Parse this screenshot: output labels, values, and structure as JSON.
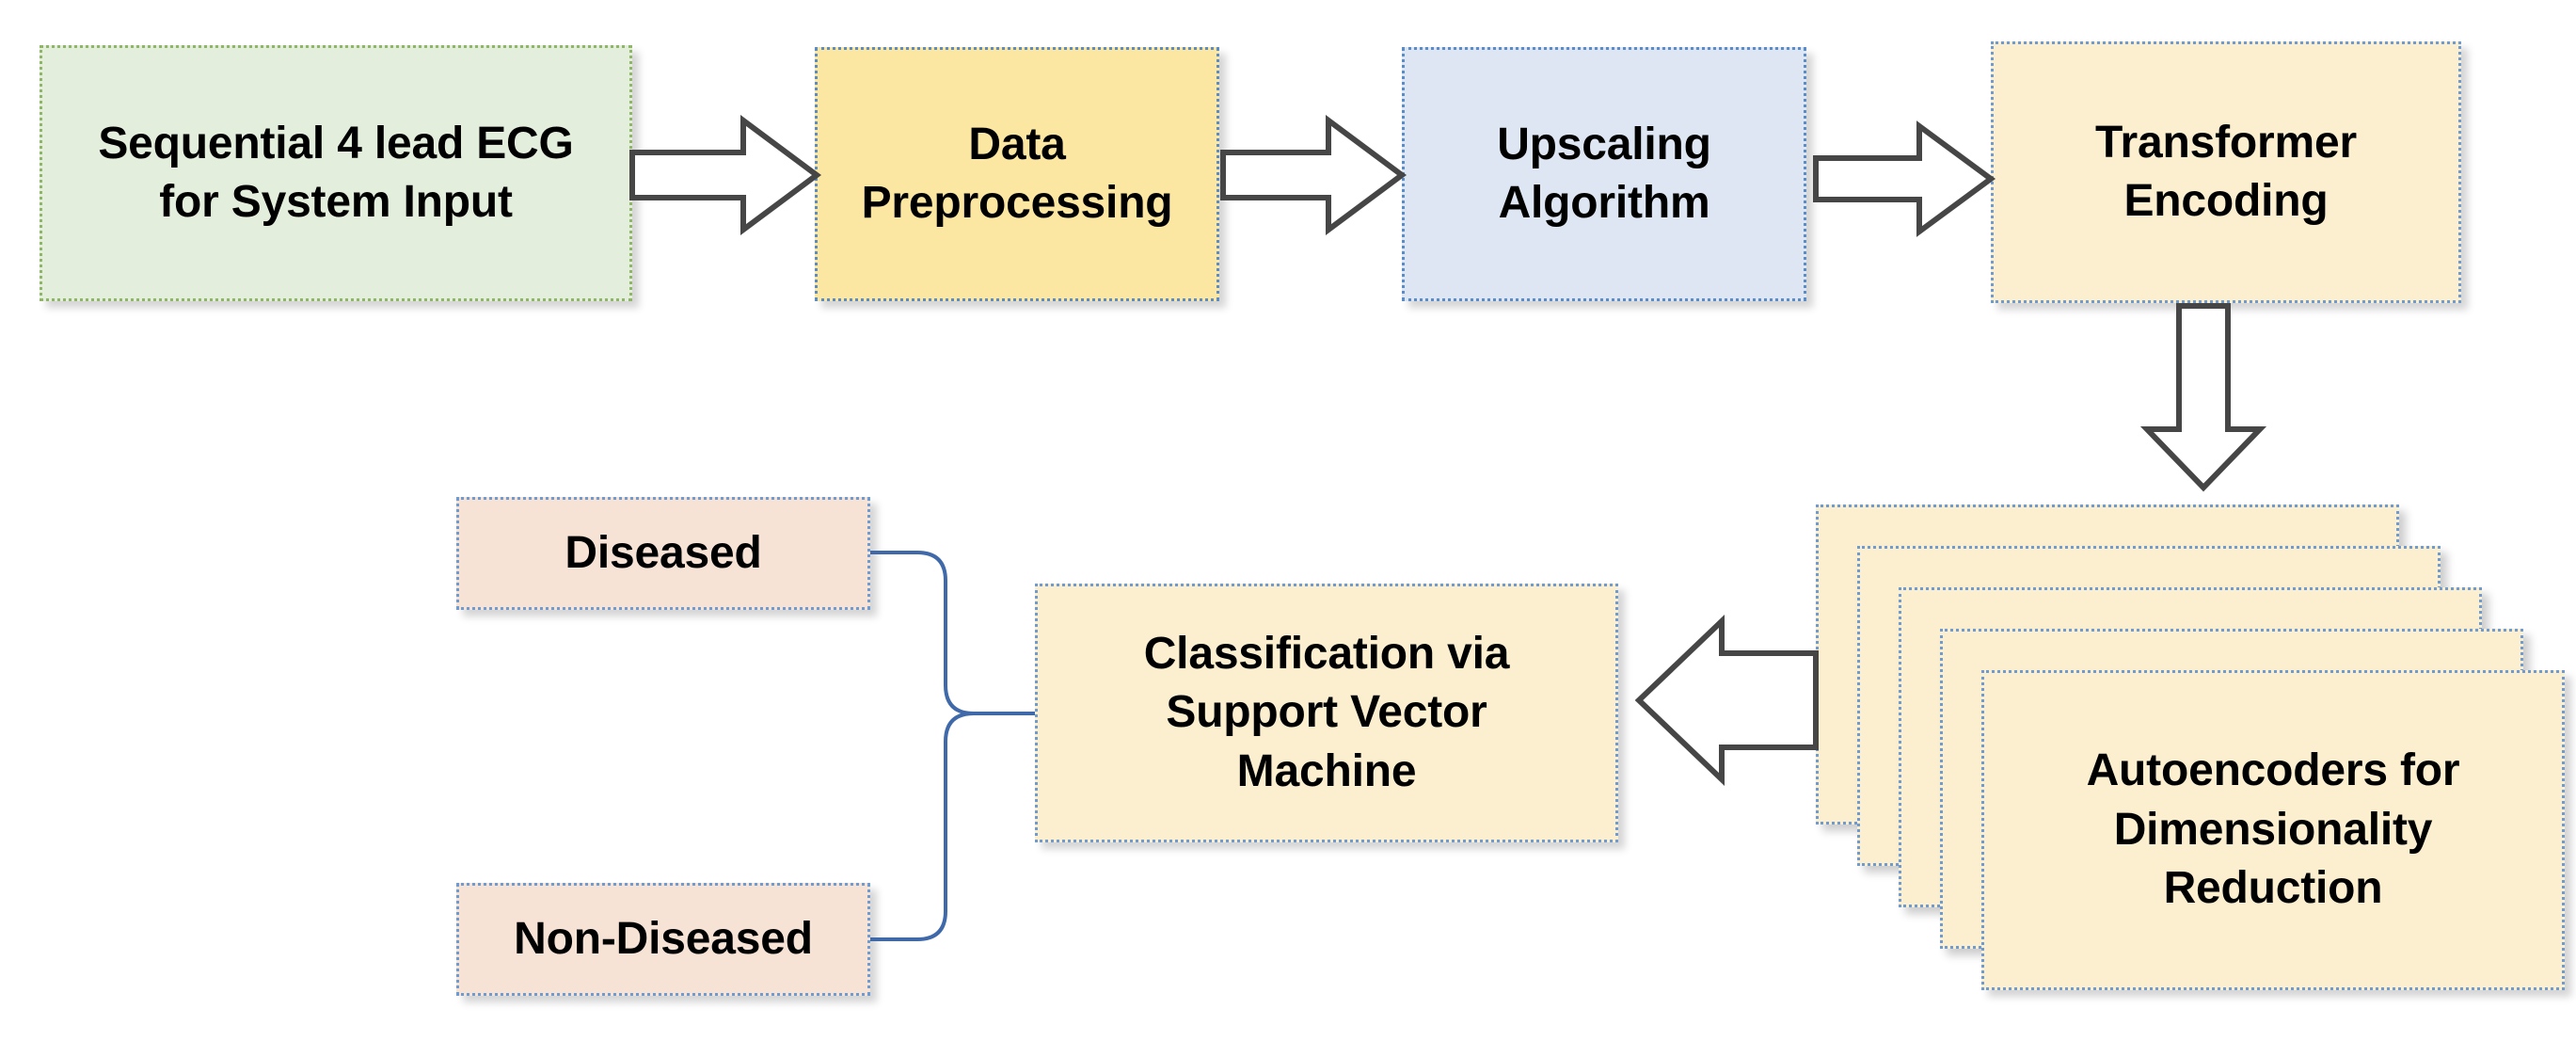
{
  "diagram": {
    "title": "ECG Classification Pipeline Flowchart",
    "type": "flowchart",
    "colors": {
      "green_fill": "#E4EEDC",
      "green_border": "#8FB566",
      "gold_fill": "#FBE6A2",
      "blue_fill": "#DEE6F3",
      "cream_fill": "#FBEFD0",
      "pink_fill": "#F7E2D6",
      "box_border_blue": "#6E9BD2",
      "arrow_stroke": "#464646",
      "arrow_fill": "#FFFFFF",
      "connector_stroke": "#3F69A8",
      "text": "#000000"
    },
    "nodes": {
      "input": {
        "label": "Sequential 4 lead ECG for System Input",
        "line1": "Sequential 4 lead ECG",
        "line2": "for System Input"
      },
      "preprocessing": {
        "label": "Data Preprocessing",
        "line1": "Data",
        "line2": "Preprocessing"
      },
      "upscaling": {
        "label": "Upscaling Algorithm",
        "line1": "Upscaling",
        "line2": "Algorithm"
      },
      "transformer": {
        "label": "Transformer Encoding",
        "line1": "Transformer",
        "line2": "Encoding"
      },
      "autoencoders": {
        "label": "Autoencoders for Dimensionality Reduction",
        "line1": "Autoencoders for",
        "line2": "Dimensionality",
        "line3": "Reduction",
        "stack_count": 5
      },
      "classification": {
        "label": "Classification via Support Vector Machine",
        "line1": "Classification via",
        "line2": "Support Vector",
        "line3": "Machine"
      },
      "diseased": {
        "label": "Diseased"
      },
      "non_diseased": {
        "label": "Non-Diseased"
      }
    },
    "edges": [
      {
        "from": "input",
        "to": "preprocessing",
        "direction": "right",
        "style": "block-arrow"
      },
      {
        "from": "preprocessing",
        "to": "upscaling",
        "direction": "right",
        "style": "block-arrow"
      },
      {
        "from": "upscaling",
        "to": "transformer",
        "direction": "right",
        "style": "block-arrow"
      },
      {
        "from": "transformer",
        "to": "autoencoders",
        "direction": "down",
        "style": "block-arrow"
      },
      {
        "from": "autoencoders",
        "to": "classification",
        "direction": "left",
        "style": "block-arrow"
      },
      {
        "from": "classification",
        "to": "diseased",
        "direction": "left",
        "style": "curved-bracket"
      },
      {
        "from": "classification",
        "to": "non_diseased",
        "direction": "left",
        "style": "curved-bracket"
      }
    ]
  }
}
